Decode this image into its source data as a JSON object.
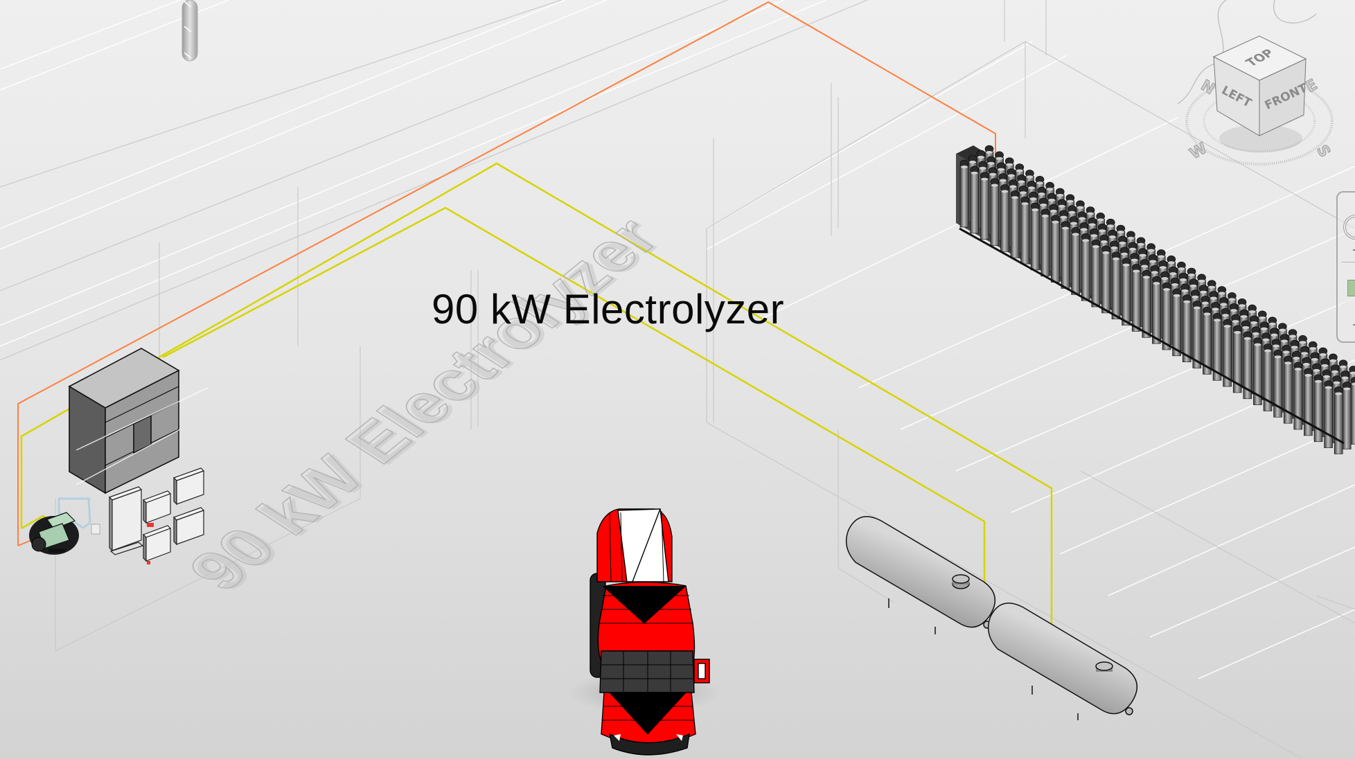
{
  "viewport": {
    "label_text": "90 kW Electrolyzer",
    "floor_text": "90 kW Electrolyzer",
    "background_top": "#efefef",
    "background_bottom": "#d3d3d3"
  },
  "viewcube": {
    "faces": {
      "top": "TOP",
      "left": "LEFT",
      "front": "FRONT"
    },
    "compass": {
      "north": "N",
      "east": "E",
      "south": "S",
      "west": "W"
    }
  },
  "navigation_bar": {
    "items": [
      {
        "icon": "steering-wheel-icon"
      },
      {
        "icon": "pan-tool-icon"
      }
    ]
  },
  "scene_objects": [
    {
      "name": "electrolyzer-cabinet",
      "color": "#9a9a9a"
    },
    {
      "name": "compressor",
      "color": "#b9dcc0"
    },
    {
      "name": "electrical-panels",
      "count": 5
    },
    {
      "name": "hydrogen-cylinder-bank"
    },
    {
      "name": "fuel-cell-truck",
      "color": "#ff0000"
    },
    {
      "name": "storage-tanks",
      "count": 2
    },
    {
      "name": "vent-stack"
    }
  ],
  "pipes": [
    {
      "name": "orange-pipe",
      "color": "#ff7f3f"
    },
    {
      "name": "yellow-pipe-1",
      "color": "#d6d400"
    },
    {
      "name": "yellow-pipe-2",
      "color": "#d6d400"
    }
  ]
}
